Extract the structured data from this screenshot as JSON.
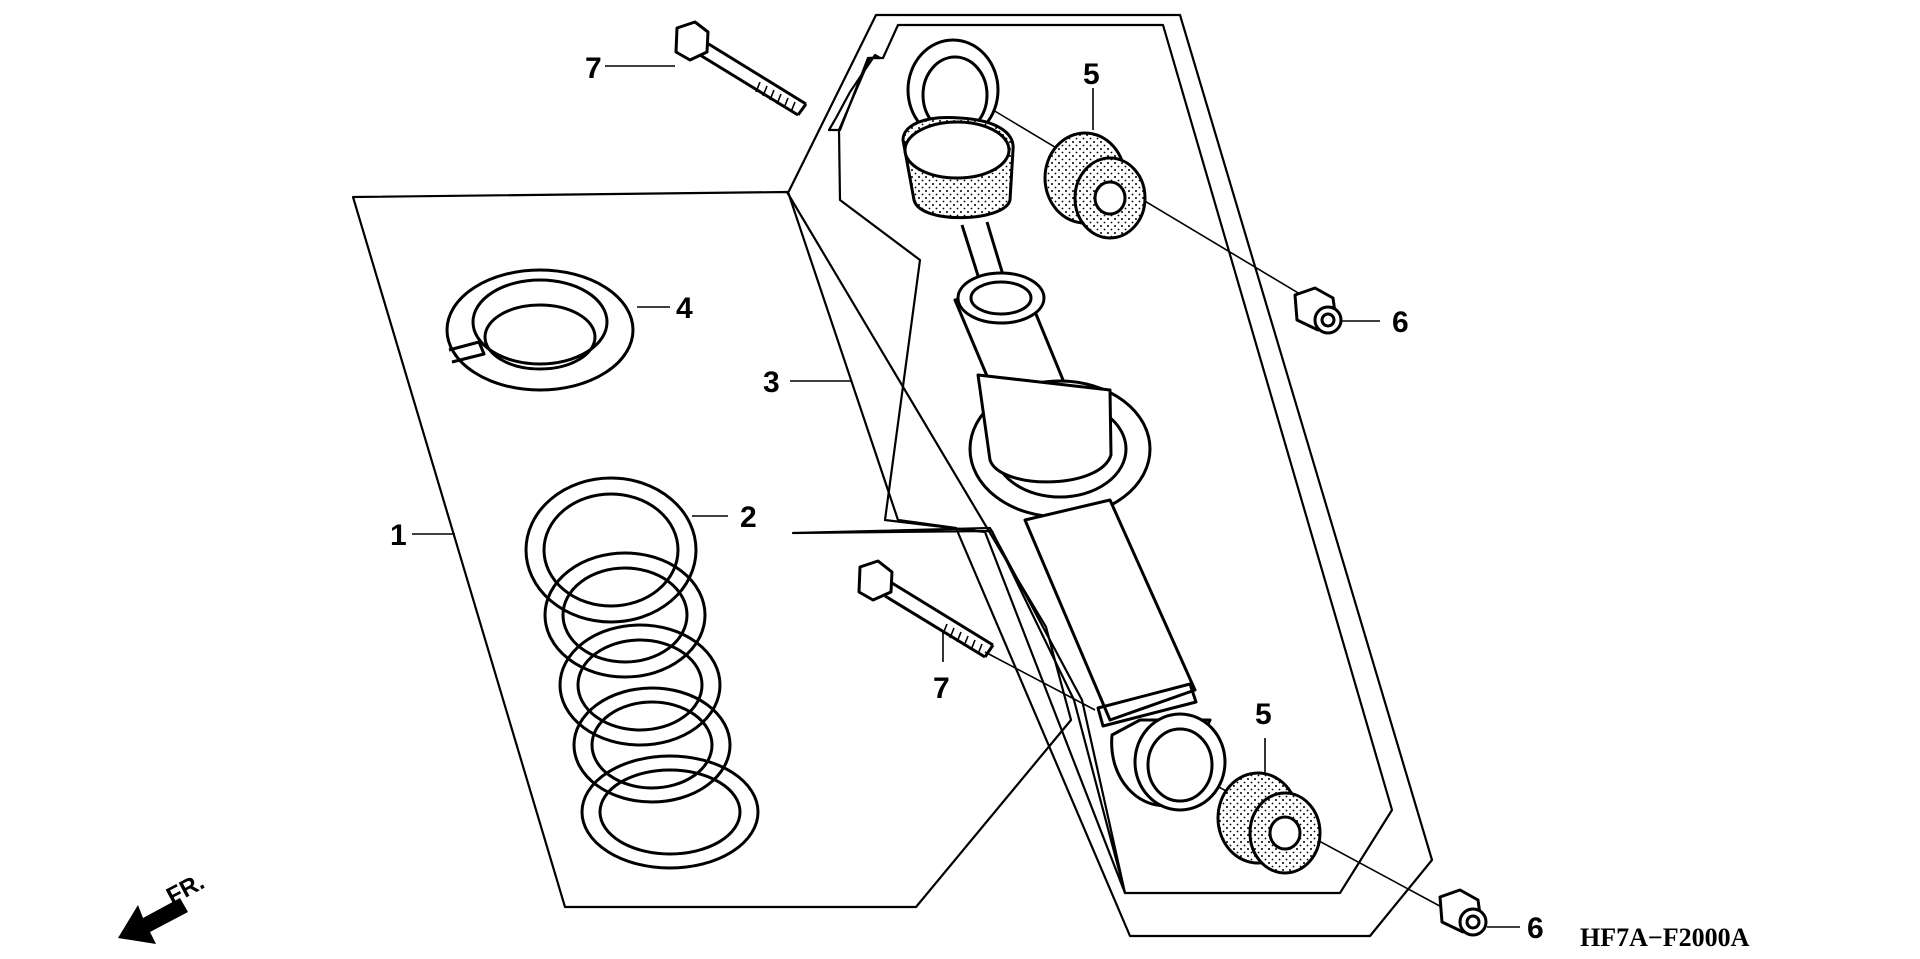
{
  "callouts": {
    "c1": "1",
    "c2": "2",
    "c3": "3",
    "c4": "4",
    "c5_top": "5",
    "c5_bottom": "5",
    "c6_top": "6",
    "c6_bottom": "6",
    "c7_top": "7",
    "c7_bottom": "7"
  },
  "diagram_code": "HF7A−F2000A",
  "direction_label": "FR.",
  "icons": {
    "front_arrow": "front-direction-arrow-icon"
  }
}
